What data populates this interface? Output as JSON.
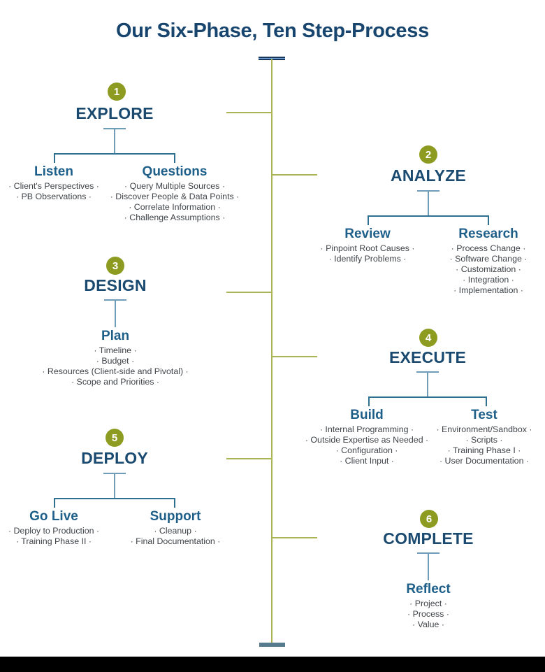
{
  "title": "Our Six-Phase, Ten Step-Process",
  "colors": {
    "title_navy": "#17456e",
    "phase_navy": "#1b4a70",
    "step_blue": "#1e5f89",
    "body_text": "#3f4449",
    "badge_olive": "#8d9c21",
    "spine_olive": "#abb455",
    "bracket_blue": "#2f6f90",
    "bottom_bar_slate": "#567b8e",
    "footer_black": "#000000"
  },
  "phases": [
    {
      "number": "1",
      "name": "EXPLORE",
      "children": [
        {
          "heading": "Listen",
          "items": [
            "· Client's Perspectives ·",
            "· PB Observations ·"
          ]
        },
        {
          "heading": "Questions",
          "items": [
            "· Query Multiple Sources ·",
            "· Discover People & Data Points ·",
            "· Correlate Information ·",
            "· Challenge Assumptions ·"
          ]
        }
      ]
    },
    {
      "number": "2",
      "name": "ANALYZE",
      "children": [
        {
          "heading": "Review",
          "items": [
            "· Pinpoint Root Causes ·",
            "· Identify Problems ·"
          ]
        },
        {
          "heading": "Research",
          "items": [
            "· Process Change ·",
            "· Software Change ·",
            "· Customization ·",
            "· Integration ·",
            "· Implementation ·"
          ]
        }
      ]
    },
    {
      "number": "3",
      "name": "DESIGN",
      "children": [
        {
          "heading": "Plan",
          "items": [
            "· Timeline ·",
            "· Budget ·",
            "· Resources (Client-side and Pivotal) ·",
            "· Scope and Priorities ·"
          ]
        }
      ]
    },
    {
      "number": "4",
      "name": "EXECUTE",
      "children": [
        {
          "heading": "Build",
          "items": [
            "· Internal Programming ·",
            "· Outside Expertise as Needed ·",
            "· Configuration ·",
            "· Client Input ·"
          ]
        },
        {
          "heading": "Test",
          "items": [
            "· Environment/Sandbox ·",
            "· Scripts ·",
            "· Training Phase I ·",
            "· User Documentation ·"
          ]
        }
      ]
    },
    {
      "number": "5",
      "name": "DEPLOY",
      "children": [
        {
          "heading": "Go Live",
          "items": [
            "· Deploy to Production ·",
            "· Training Phase II ·"
          ]
        },
        {
          "heading": "Support",
          "items": [
            "· Cleanup ·",
            "· Final Documentation ·"
          ]
        }
      ]
    },
    {
      "number": "6",
      "name": "COMPLETE",
      "children": [
        {
          "heading": "Reflect",
          "items": [
            "· Project ·",
            "· Process ·",
            "· Value ·"
          ]
        }
      ]
    }
  ]
}
